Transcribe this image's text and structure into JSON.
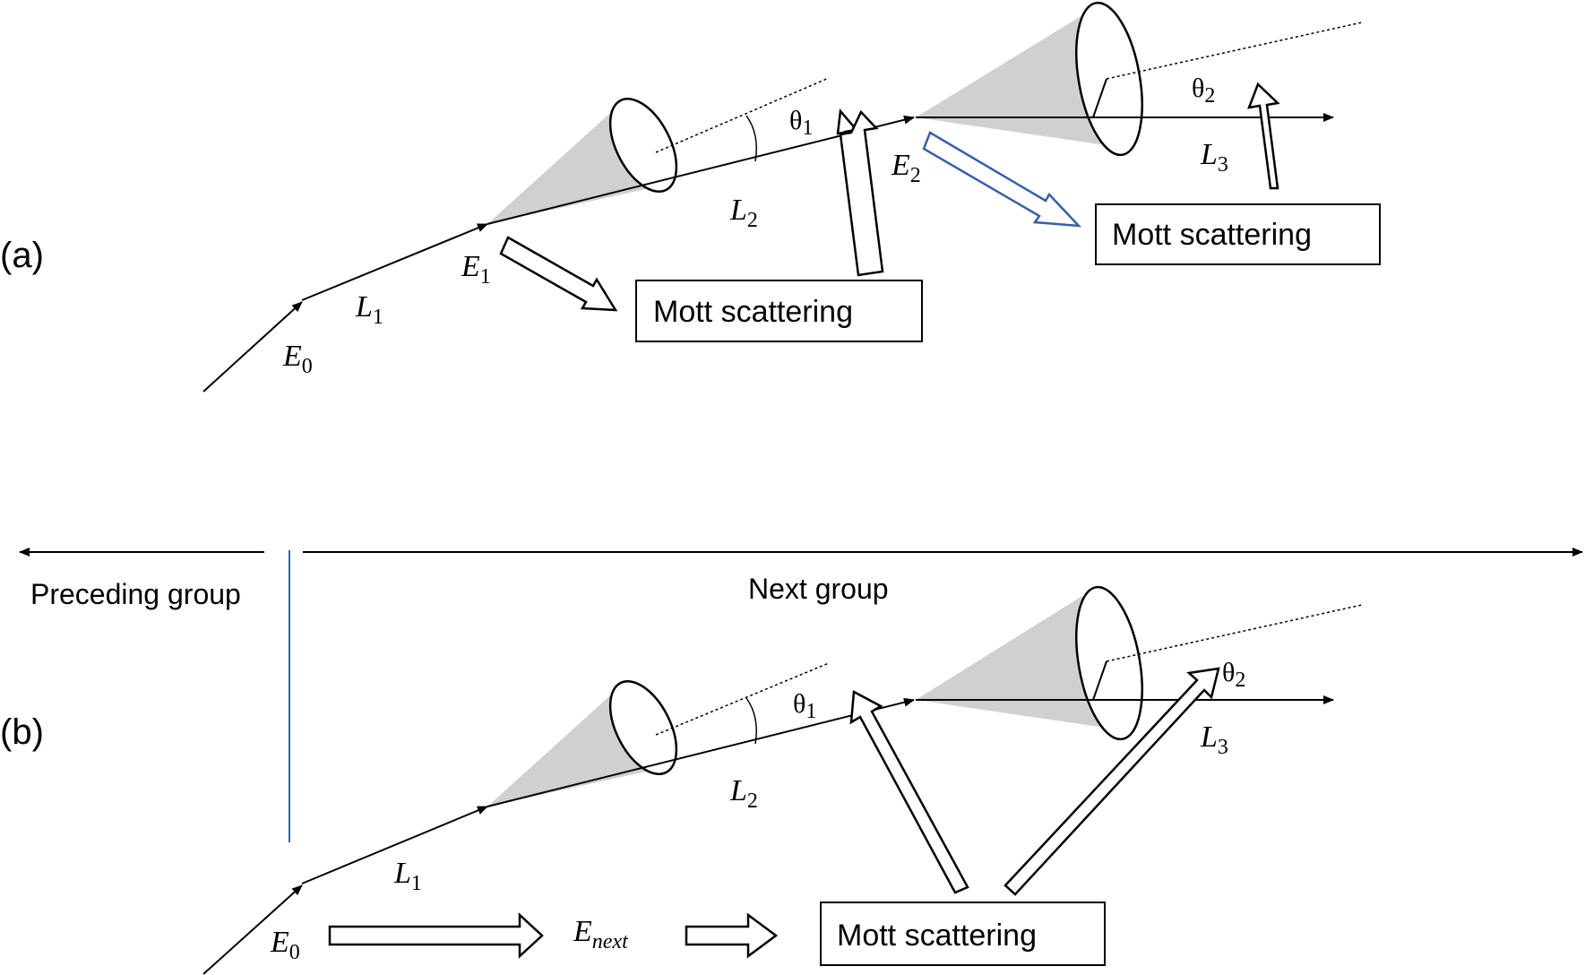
{
  "panels": {
    "a": {
      "label": "(a)",
      "energies": {
        "e0": "E",
        "e0_sub": "0",
        "e1": "E",
        "e1_sub": "1",
        "e2": "E",
        "e2_sub": "2"
      },
      "lengths": {
        "l1": "L",
        "l1_sub": "1",
        "l2": "L",
        "l2_sub": "2",
        "l3": "L",
        "l3_sub": "3"
      },
      "angles": {
        "t1": "θ",
        "t1_sub": "1",
        "t2": "θ",
        "t2_sub": "2"
      },
      "box1": "Mott scattering",
      "box2": "Mott scattering"
    },
    "b": {
      "label": "(b)",
      "energies": {
        "e0": "E",
        "e0_sub": "0",
        "enext": "E",
        "enext_sub": "next"
      },
      "lengths": {
        "l1": "L",
        "l1_sub": "1",
        "l2": "L",
        "l2_sub": "2",
        "l3": "L",
        "l3_sub": "3"
      },
      "angles": {
        "t1": "θ",
        "t1_sub": "1",
        "t2": "θ",
        "t2_sub": "2"
      },
      "box": "Mott scattering"
    }
  },
  "groups": {
    "preceding": "Preceding group",
    "next": "Next group"
  },
  "colors": {
    "line": "#000000",
    "cone": "#d0d0d0",
    "divider": "#3a5ea8",
    "blue_arrow": "#3a5ea8"
  }
}
